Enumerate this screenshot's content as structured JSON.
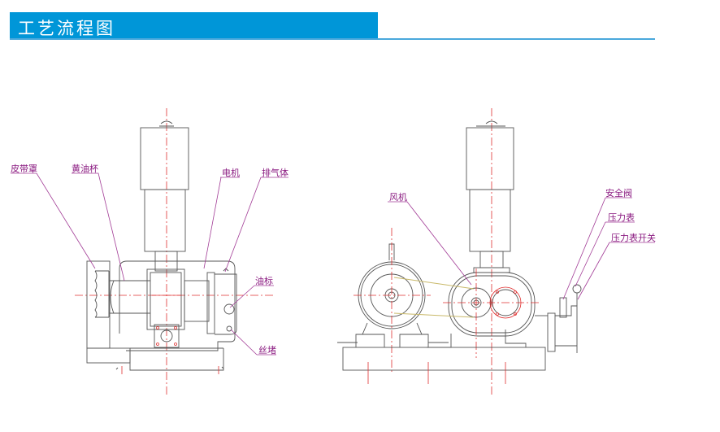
{
  "header": {
    "title": "工艺流程图",
    "accent_color": "#0096d8"
  },
  "left_view": {
    "labels": {
      "belt_guard": "皮带罩",
      "grease_cup": "黄油杯",
      "motor": "电机",
      "exhaust_body": "排气体",
      "oil_gauge": "油标",
      "plug": "丝堵"
    }
  },
  "right_view": {
    "labels": {
      "blower": "风机",
      "safety_valve": "安全阀",
      "pressure_gauge": "压力表",
      "pressure_gauge_switch": "压力表开关"
    }
  },
  "colors": {
    "label": "#8a1a80",
    "centerline": "#e03030",
    "outline": "#555555"
  }
}
